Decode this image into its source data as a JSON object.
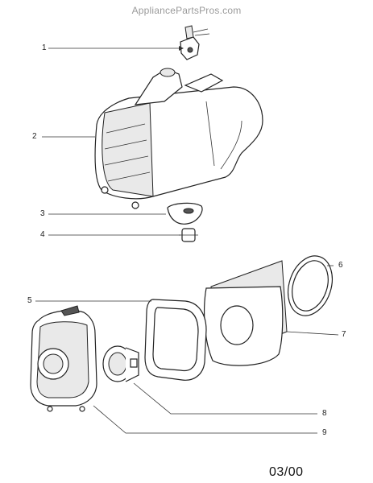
{
  "watermark": "AppliancePartsPros.com",
  "date_code": "03/00",
  "callouts": [
    "1",
    "2",
    "3",
    "4",
    "5",
    "6",
    "7",
    "8",
    "9"
  ],
  "parts": [
    {
      "callout": "1",
      "icon": "cord-connector-icon"
    },
    {
      "callout": "2",
      "icon": "body-housing-icon"
    },
    {
      "callout": "3",
      "icon": "cord-holder-icon"
    },
    {
      "callout": "4",
      "icon": "clip-icon"
    },
    {
      "callout": "5",
      "icon": "gasket-icon"
    },
    {
      "callout": "6",
      "icon": "round-filter-icon"
    },
    {
      "callout": "7",
      "icon": "bag-filter-icon"
    },
    {
      "callout": "8",
      "icon": "port-adapter-icon"
    },
    {
      "callout": "9",
      "icon": "front-cover-icon"
    }
  ]
}
